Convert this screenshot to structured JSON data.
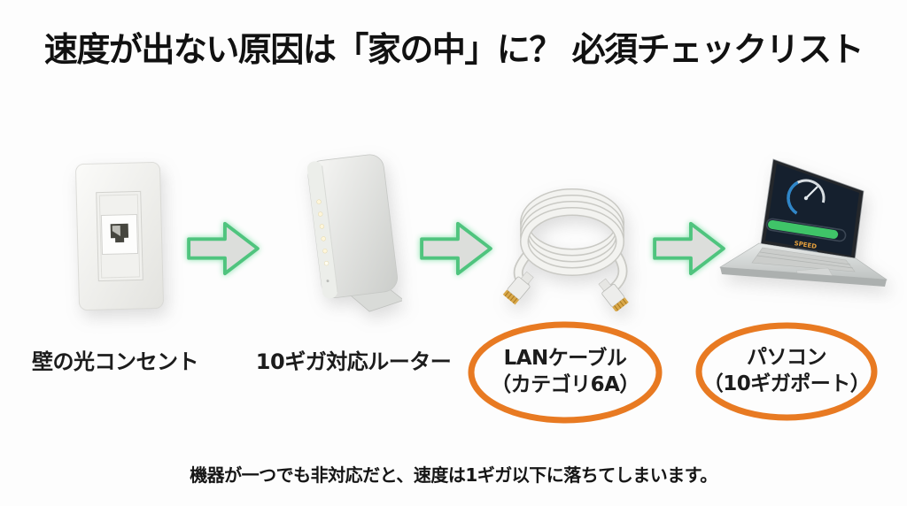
{
  "title": "速度が出ない原因は「家の中」に？ 必須チェックリスト",
  "footnote": "機器が一つでも非対応だと、速度は1ギガ以下に落ちてしまいます。",
  "flow": {
    "items": [
      {
        "label": "壁の光コンセント",
        "icon": "optical-wall-outlet",
        "highlighted": false
      },
      {
        "label": "10ギガ対応ルーター",
        "icon": "10g-router",
        "highlighted": false
      },
      {
        "label": "LANケーブル",
        "sublabel": "（カテゴリ6A）",
        "icon": "lan-cable",
        "highlighted": true
      },
      {
        "label": "パソコン",
        "sublabel": "（10ギガポート）",
        "icon": "laptop-speedtest",
        "highlighted": true
      }
    ],
    "connector": "right-arrow",
    "laptop_screen": {
      "speed_label": "SPEED"
    }
  },
  "colors": {
    "background": "#fdfdfd",
    "title_text": "#111111",
    "arrow_fill": "#dcdedb",
    "arrow_stroke": "#4fc47e",
    "arrow_glow": "#8ae3af",
    "highlight_ellipse": "#e87a22",
    "screen_bg": "#15202e",
    "progress_green": "#3fc468",
    "gauge_blue": "#2f86c8",
    "speed_text": "#e8a13c"
  }
}
